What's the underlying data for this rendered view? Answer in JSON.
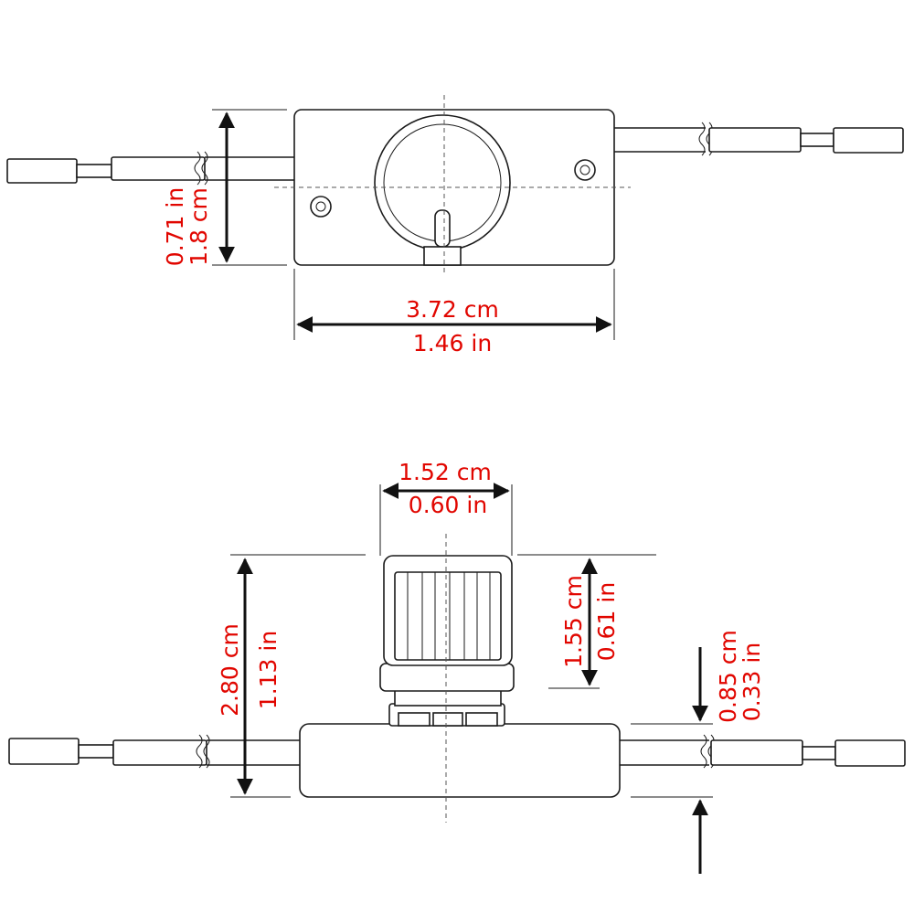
{
  "top_view": {
    "height_cm": "1.8 cm",
    "height_in": "0.71 in",
    "width_cm": "3.72 cm",
    "width_in": "1.46 in"
  },
  "side_view": {
    "knob_width_cm": "1.52 cm",
    "knob_width_in": "0.60 in",
    "total_height_cm": "2.80 cm",
    "total_height_in": "1.13 in",
    "knob_height_cm": "1.55 cm",
    "knob_height_in": "0.61 in",
    "body_height_cm": "0.85 cm",
    "body_height_in": "0.33 in"
  },
  "colors": {
    "dimension_text": "#e10600",
    "outline": "#1a1a1a"
  }
}
